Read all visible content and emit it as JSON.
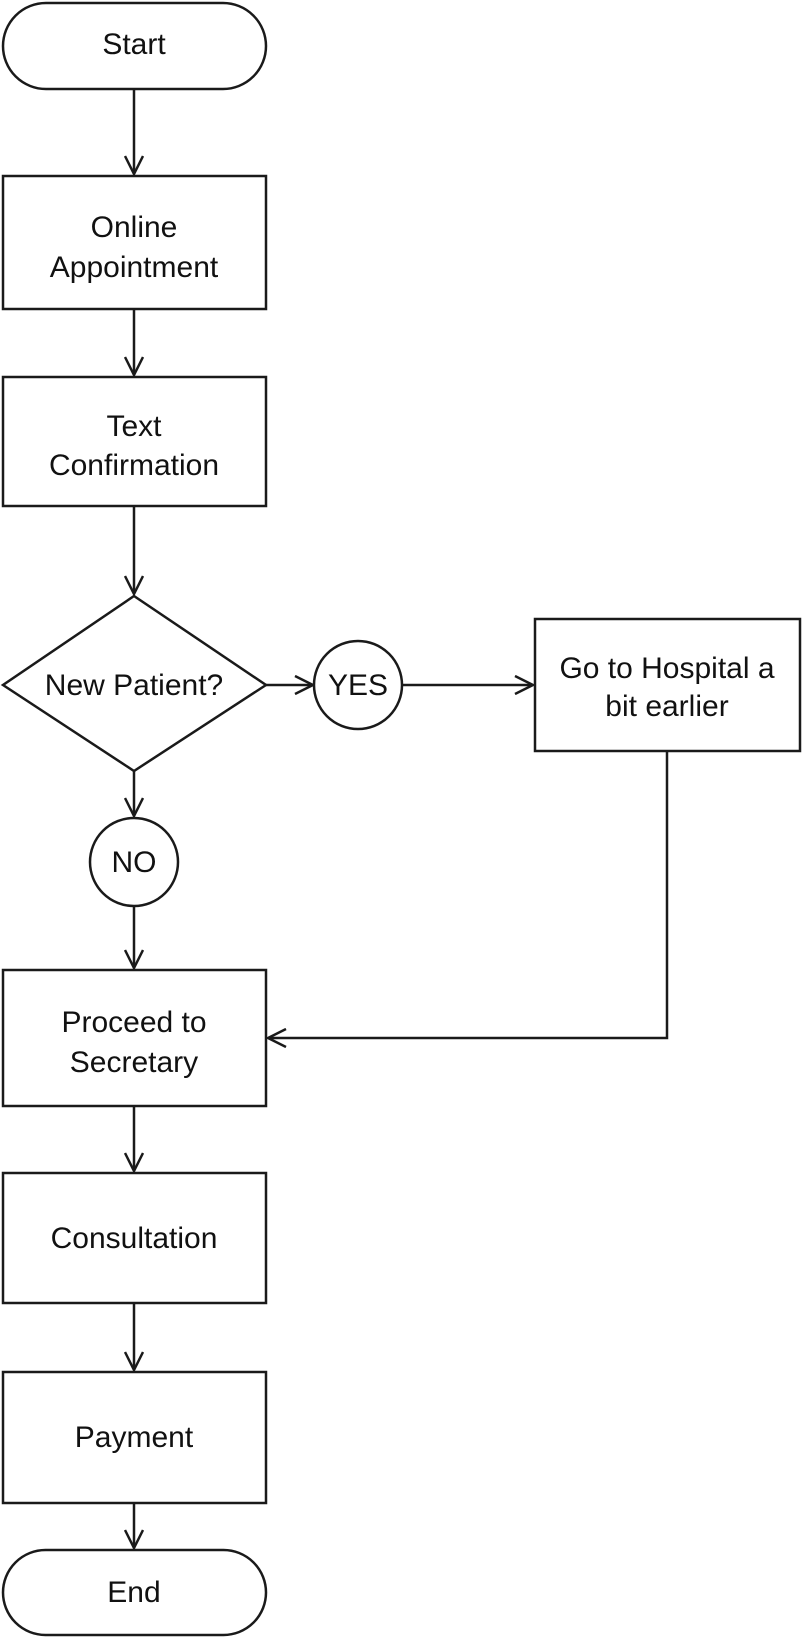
{
  "flowchart": {
    "nodes": {
      "start": {
        "label": "Start"
      },
      "online_appointment": {
        "line1": "Online",
        "line2": "Appointment"
      },
      "text_confirmation": {
        "line1": "Text",
        "line2": "Confirmation"
      },
      "new_patient": {
        "label": "New Patient?"
      },
      "yes_connector": {
        "label": "YES"
      },
      "no_connector": {
        "label": "NO"
      },
      "go_to_hospital": {
        "line1": "Go to Hospital a",
        "line2": "bit earlier"
      },
      "proceed_to_secretary": {
        "line1": "Proceed to",
        "line2": "Secretary"
      },
      "consultation": {
        "label": "Consultation"
      },
      "payment": {
        "label": "Payment"
      },
      "end": {
        "label": "End"
      }
    },
    "edges": [
      {
        "from": "Start",
        "to": "Online Appointment"
      },
      {
        "from": "Online Appointment",
        "to": "Text Confirmation"
      },
      {
        "from": "Text Confirmation",
        "to": "New Patient?"
      },
      {
        "from": "New Patient?",
        "to": "YES"
      },
      {
        "from": "YES",
        "to": "Go to Hospital a bit earlier"
      },
      {
        "from": "New Patient?",
        "to": "NO"
      },
      {
        "from": "NO",
        "to": "Proceed to Secretary"
      },
      {
        "from": "Go to Hospital a bit earlier",
        "to": "Proceed to Secretary"
      },
      {
        "from": "Proceed to Secretary",
        "to": "Consultation"
      },
      {
        "from": "Consultation",
        "to": "Payment"
      },
      {
        "from": "Payment",
        "to": "End"
      }
    ]
  }
}
